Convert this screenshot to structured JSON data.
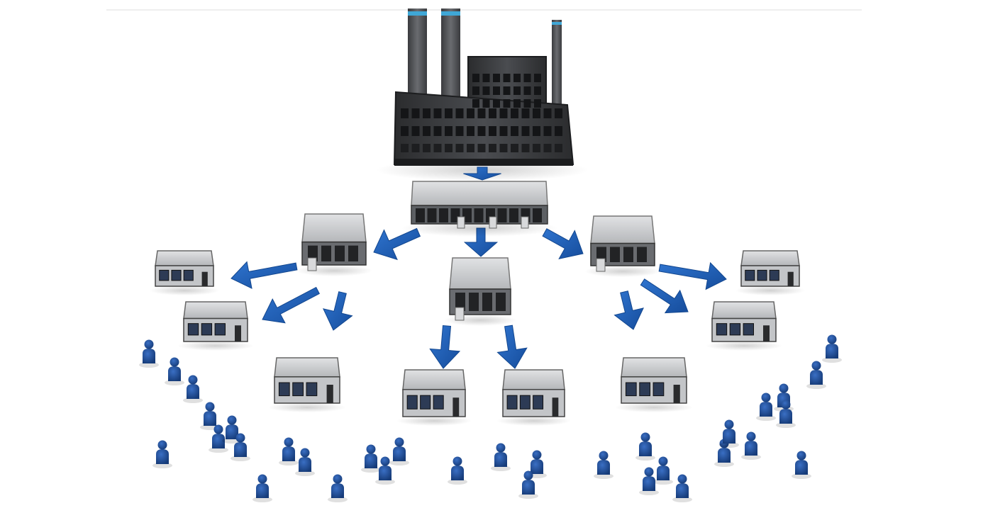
{
  "colors": {
    "arrow": "#1f5fb5",
    "arrow_dark": "#13478f",
    "people": "#1e4f9c",
    "people_dark": "#163b78",
    "factory_body": "#3b3d40",
    "factory_dark": "#232426",
    "chimney_band": "#3fa7d6",
    "warehouse_roof": "#c9cacc",
    "warehouse_wall": "#8d8f92",
    "store_roof": "#d2d3d5",
    "store_wall": "#bfc1c4",
    "window": "#2d3b55",
    "background": "#ffffff"
  },
  "diagram": {
    "nodes": [
      {
        "id": "factory",
        "kind": "factory-icon"
      },
      {
        "id": "central-warehouse",
        "kind": "warehouse-icon"
      },
      {
        "id": "regional-warehouse-left",
        "kind": "warehouse-icon"
      },
      {
        "id": "regional-warehouse-center",
        "kind": "warehouse-icon"
      },
      {
        "id": "regional-warehouse-right",
        "kind": "warehouse-icon"
      },
      {
        "id": "store-1",
        "kind": "store-icon"
      },
      {
        "id": "store-2",
        "kind": "store-icon"
      },
      {
        "id": "store-3",
        "kind": "store-icon"
      },
      {
        "id": "store-4",
        "kind": "store-icon"
      },
      {
        "id": "store-5",
        "kind": "store-icon"
      },
      {
        "id": "store-6",
        "kind": "store-icon"
      },
      {
        "id": "store-7",
        "kind": "store-icon"
      },
      {
        "id": "store-8",
        "kind": "store-icon"
      }
    ],
    "edges": [
      {
        "from": "factory",
        "to": "central-warehouse"
      },
      {
        "from": "central-warehouse",
        "to": "regional-warehouse-left"
      },
      {
        "from": "central-warehouse",
        "to": "regional-warehouse-center"
      },
      {
        "from": "central-warehouse",
        "to": "regional-warehouse-right"
      },
      {
        "from": "regional-warehouse-left",
        "to": "store-1"
      },
      {
        "from": "regional-warehouse-left",
        "to": "store-2"
      },
      {
        "from": "regional-warehouse-left",
        "to": "store-3"
      },
      {
        "from": "regional-warehouse-center",
        "to": "store-4"
      },
      {
        "from": "regional-warehouse-center",
        "to": "store-5"
      },
      {
        "from": "regional-warehouse-right",
        "to": "store-6"
      },
      {
        "from": "regional-warehouse-right",
        "to": "store-7"
      },
      {
        "from": "regional-warehouse-right",
        "to": "store-8"
      }
    ],
    "customer_icon": "person-icon"
  }
}
